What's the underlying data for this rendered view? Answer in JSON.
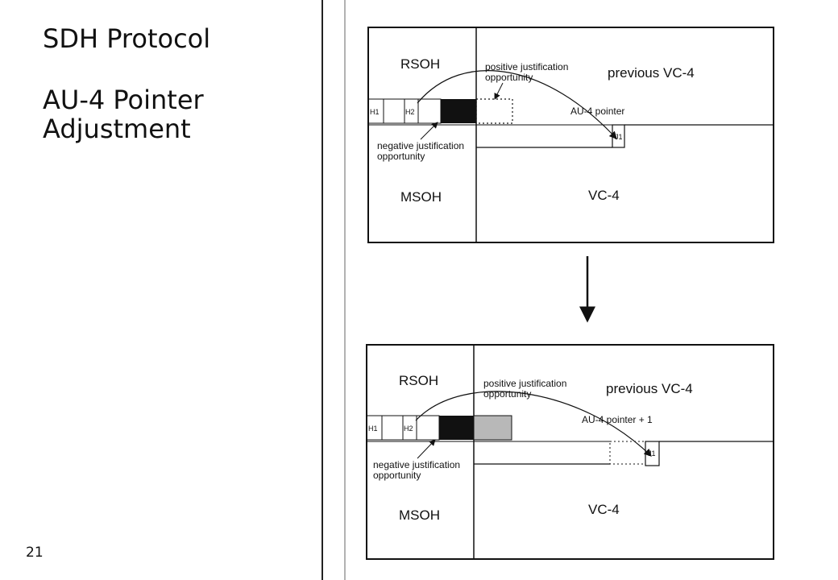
{
  "slide": {
    "title": "SDH Protocol",
    "subtitle_line1": "AU-4 Pointer",
    "subtitle_line2": "Adjustment",
    "number": "21"
  },
  "top_frame": {
    "rsoh": "RSOH",
    "msoh": "MSOH",
    "h1": "H1",
    "h2": "H2",
    "j1": "J1",
    "positive_line1": "positive justification",
    "positive_line2": "opportunity",
    "negative_line1": "negative justification",
    "negative_line2": "opportunity",
    "previous_vc4": "previous  VC-4",
    "pointer": "AU-4 pointer",
    "vc4": "VC-4"
  },
  "bottom_frame": {
    "rsoh": "RSOH",
    "msoh": "MSOH",
    "h1": "H1",
    "h2": "H2",
    "j1": "J1",
    "positive_line1": "positive justification",
    "positive_line2": "opportunity",
    "negative_line1": "negative justification",
    "negative_line2": "opportunity",
    "previous_vc4": "previous  VC-4",
    "pointer": "AU-4  pointer  + 1",
    "vc4": "VC-4"
  },
  "colors": {
    "ink": "#111111",
    "negative_block": "#111111",
    "positive_block_bottom": "#b8b8b8"
  }
}
